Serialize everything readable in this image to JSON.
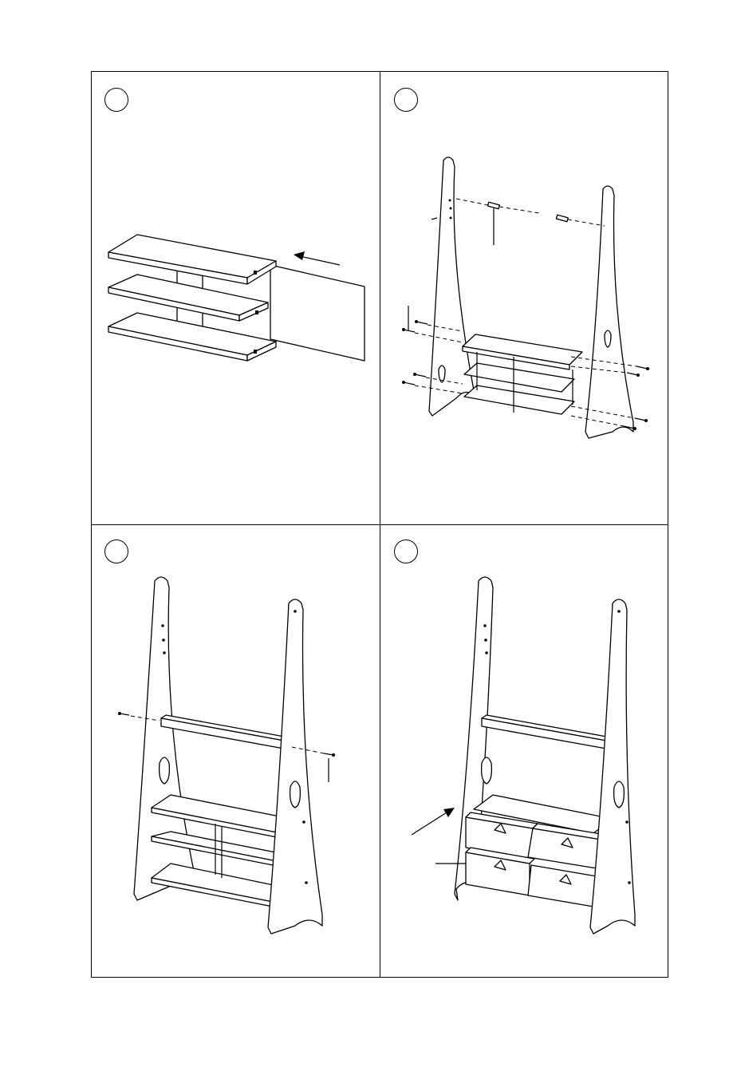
{
  "steps": [
    {
      "number": "",
      "illustration": "shelf-unit-insert"
    },
    {
      "number": "",
      "illustration": "attach-side-panels"
    },
    {
      "number": "",
      "illustration": "attach-top-rail"
    },
    {
      "number": "",
      "illustration": "insert-drawers"
    }
  ]
}
